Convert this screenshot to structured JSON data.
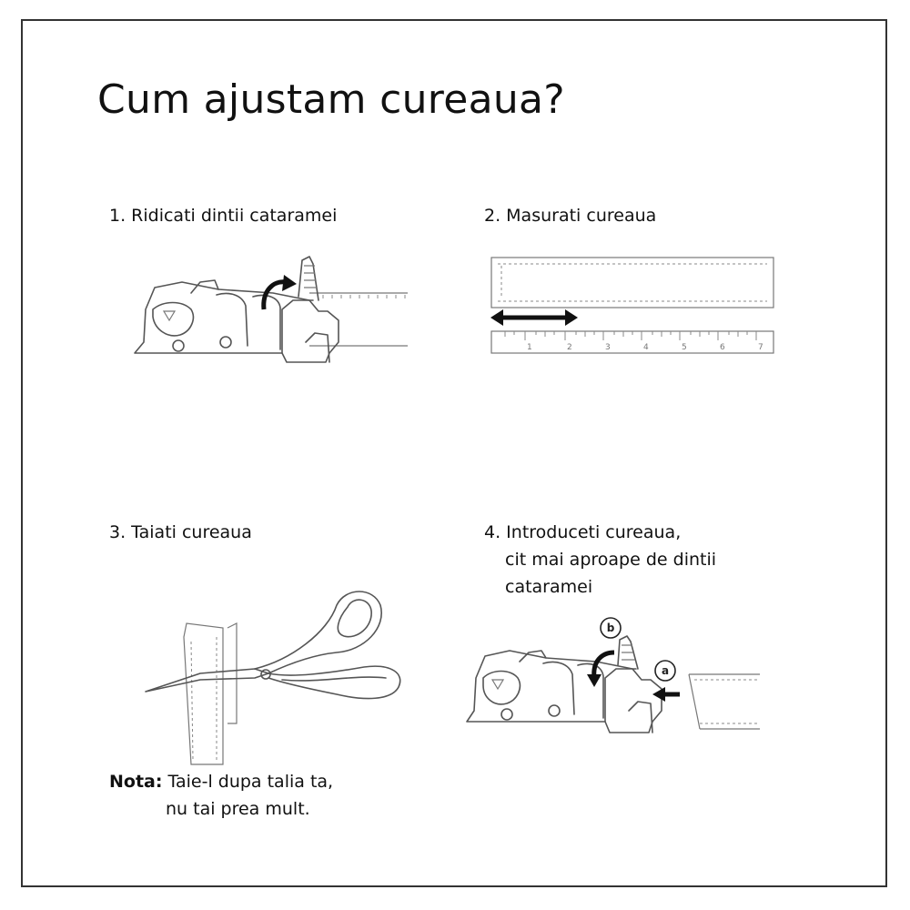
{
  "title": "Cum ajustam cureaua?",
  "steps": [
    {
      "label": "1. Ridicati dintii cataramei"
    },
    {
      "label": "2. Masurati cureaua",
      "ruler_numbers": [
        "1",
        "2",
        "3",
        "4",
        "5",
        "6",
        "7"
      ]
    },
    {
      "label": "3. Taiati cureaua"
    },
    {
      "label_lines": [
        "4. Introduceti cureaua,",
        "cit mai aproape de dintii",
        "cataramei"
      ],
      "markers": [
        "b",
        "a"
      ]
    }
  ],
  "note": {
    "bold": "Nota:",
    "line1": "Taie-l dupa talia ta,",
    "line2": "nu tai prea mult."
  }
}
